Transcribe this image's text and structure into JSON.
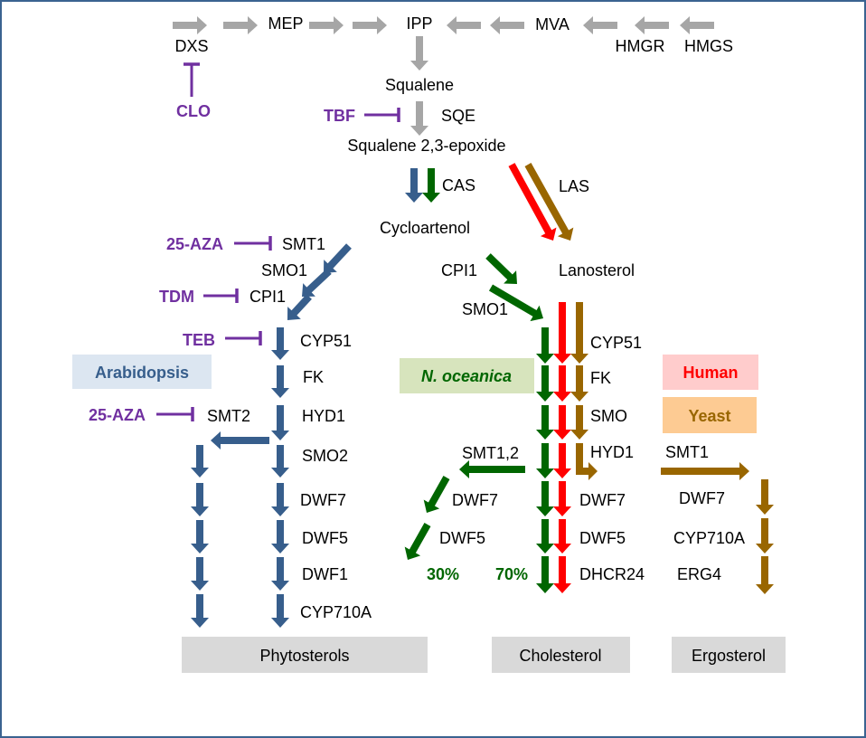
{
  "colors": {
    "gray": "#a6a6a6",
    "arabidopsis": "#375e8c",
    "noceanica": "#006600",
    "human": "#ff0000",
    "yeast": "#996600",
    "inhibitor": "#7030a0",
    "arabidopsis_bg": "#dce6f1",
    "noceanica_bg": "#d7e4bd",
    "human_bg": "#ffcccc",
    "yeast_bg": "#fdcb93",
    "product_bg": "#d9d9d9"
  },
  "upstream": {
    "mep": "MEP",
    "ipp": "IPP",
    "mva": "MVA",
    "dxs": "DXS",
    "hmgr": "HMGR",
    "hmgs": "HMGS",
    "squalene": "Squalene",
    "sqe": "SQE",
    "epoxide": "Squalene 2,3-epoxide",
    "cas": "CAS",
    "las": "LAS",
    "cycloartenol": "Cycloartenol",
    "lanosterol": "Lanosterol"
  },
  "inhibitors": {
    "clo": "CLO",
    "tbf": "TBF",
    "aza1": "25-AZA",
    "tdm": "TDM",
    "teb": "TEB",
    "aza2": "25-AZA"
  },
  "arabidopsis": {
    "legend": "Arabidopsis",
    "smt1": "SMT1",
    "smo1": "SMO1",
    "cpi1": "CPI1",
    "cyp51": "CYP51",
    "fk": "FK",
    "hyd1": "HYD1",
    "smt2": "SMT2",
    "smo2": "SMO2",
    "dwf7": "DWF7",
    "dwf5": "DWF5",
    "dwf1": "DWF1",
    "cyp710a": "CYP710A"
  },
  "noceanica": {
    "legend": "N. oceanica",
    "cpi1": "CPI1",
    "smo1": "SMO1",
    "smt12": "SMT1,2",
    "dwf7": "DWF7",
    "dwf5": "DWF5",
    "pct_branch": "30%",
    "pct_main": "70%"
  },
  "human_yeast": {
    "human_legend": "Human",
    "yeast_legend": "Yeast",
    "cyp51": "CYP51",
    "fk": "FK",
    "smo": "SMO",
    "hyd1": "HYD1",
    "dwf7": "DWF7",
    "dwf5": "DWF5",
    "dhcr24": "DHCR24",
    "y_smt1": "SMT1",
    "y_dwf7": "DWF7",
    "y_cyp710a": "CYP710A",
    "y_erg4": "ERG4"
  },
  "products": {
    "phytosterols": "Phytosterols",
    "cholesterol": "Cholesterol",
    "ergosterol": "Ergosterol"
  }
}
